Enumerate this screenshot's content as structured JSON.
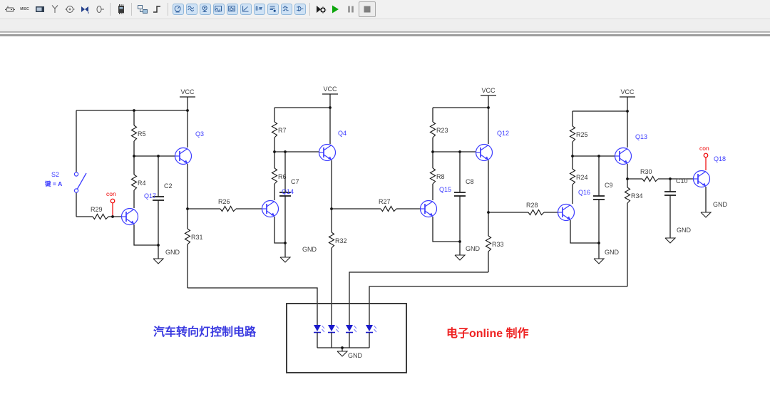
{
  "toolbar": {
    "component_buttons": [
      {
        "name": "place-source"
      },
      {
        "name": "place-misc",
        "text": "MISC"
      },
      {
        "name": "place-display"
      },
      {
        "name": "place-rf"
      },
      {
        "name": "place-analog"
      },
      {
        "name": "place-transistor"
      },
      {
        "name": "place-connector"
      },
      {
        "name": "place-mcu"
      },
      {
        "name": "hierarchy"
      },
      {
        "name": "place-bus"
      }
    ],
    "instrument_buttons": [
      {
        "name": "multimeter"
      },
      {
        "name": "function-generator"
      },
      {
        "name": "wattmeter"
      },
      {
        "name": "oscilloscope"
      },
      {
        "name": "four-channel-oscilloscope"
      },
      {
        "name": "bode-plotter"
      },
      {
        "name": "frequency-counter"
      },
      {
        "name": "word-generator"
      },
      {
        "name": "logic-analyzer"
      },
      {
        "name": "logic-converter"
      }
    ],
    "simulation_buttons": [
      {
        "name": "simulation-settings"
      },
      {
        "name": "run"
      },
      {
        "name": "pause"
      },
      {
        "name": "stop"
      }
    ]
  },
  "circuit": {
    "labels": {
      "vcc": "VCC",
      "gnd": "GND",
      "con": "con",
      "s2": "S2",
      "s2_key": "键 = A",
      "q3": "Q3",
      "q4": "Q4",
      "q12": "Q12",
      "q13": "Q13",
      "q14": "Q14",
      "q15": "Q15",
      "q16": "Q16",
      "q17": "Q17",
      "q18": "Q18",
      "r4": "R4",
      "r5": "R5",
      "r6": "R6",
      "r7": "R7",
      "r8": "R8",
      "r23": "R23",
      "r24": "R24",
      "r25": "R25",
      "r26": "R26",
      "r27": "R27",
      "r28": "R28",
      "r29": "R29",
      "r30": "R30",
      "r31": "R31",
      "r32": "R32",
      "r33": "R33",
      "r34": "R34",
      "c2": "C2",
      "c7": "C7",
      "c8": "C8",
      "c9": "C9",
      "c10": "C10"
    },
    "titles": {
      "left": {
        "text": "汽车转向灯控制电路",
        "color": "#3838e0"
      },
      "right": {
        "text": "电子online 制作",
        "color": "#ee2222"
      }
    },
    "led_count": 4
  },
  "colors": {
    "wire": "#1f1f1f",
    "component_blue": "#3b3bff",
    "net_red": "#ee0000",
    "led_blue": "#1a1acc",
    "label_dark": "#3a3a3a",
    "instrument_button_bg": "#cfe2f5",
    "run_green": "#0da60d"
  }
}
